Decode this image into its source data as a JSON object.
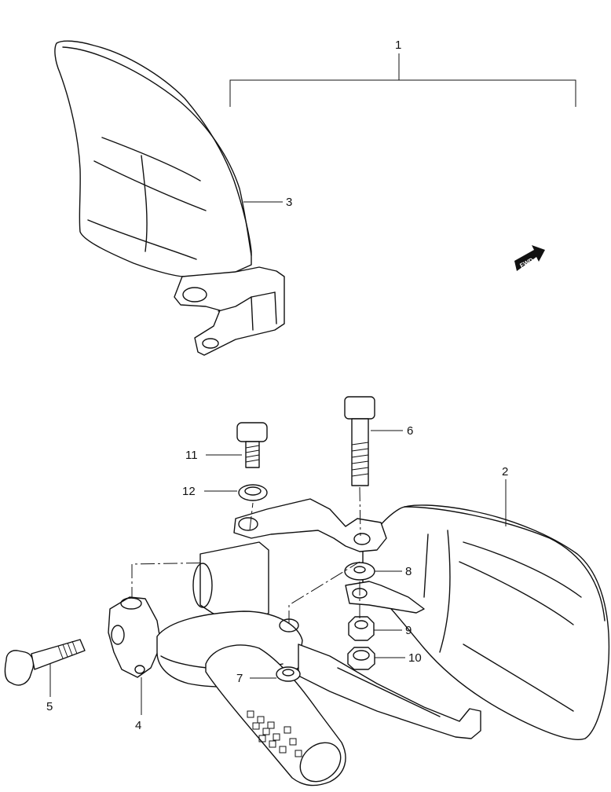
{
  "diagram": {
    "callouts": [
      {
        "id": "c1",
        "text": "1"
      },
      {
        "id": "c2",
        "text": "2"
      },
      {
        "id": "c3",
        "text": "3"
      },
      {
        "id": "c4",
        "text": "4"
      },
      {
        "id": "c5",
        "text": "5"
      },
      {
        "id": "c6",
        "text": "6"
      },
      {
        "id": "c7",
        "text": "7"
      },
      {
        "id": "c8",
        "text": "8"
      },
      {
        "id": "c9",
        "text": "9"
      },
      {
        "id": "c10",
        "text": "10"
      },
      {
        "id": "c11",
        "text": "11"
      },
      {
        "id": "c12",
        "text": "12"
      }
    ],
    "fwd_badge": "FWD"
  }
}
